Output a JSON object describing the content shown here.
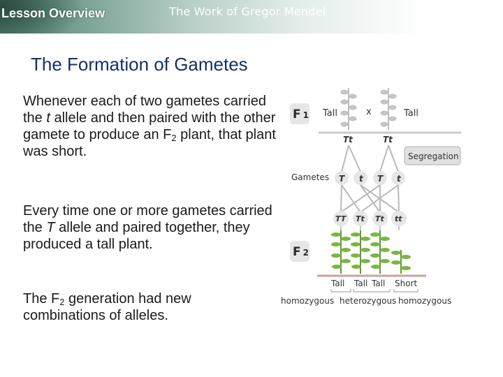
{
  "header": {
    "lesson_label": "Lesson Overview",
    "topic": "The Work of Gregor Mendel"
  },
  "slide_title": "The Formation of Gametes",
  "paragraphs": {
    "p1": {
      "a": "Whenever each of two gametes carried the ",
      "allele": "t",
      "b": " allele and then paired with the other gamete to produce an F",
      "sub": "2",
      "c": " plant, that plant was short."
    },
    "p2": {
      "a": "Every time one or more gametes carried the ",
      "allele": "T",
      "b": " allele and paired together, they produced a tall plant."
    },
    "p3": {
      "a": "The F",
      "sub": "2",
      "b": " generation had new combinations of alleles."
    }
  },
  "diagram": {
    "f1_label": "F",
    "f1_num": "1",
    "parent_left_label": "Tall",
    "cross_symbol": "x",
    "parent_right_label": "Tall",
    "parent_left_genotype": "Tt",
    "parent_right_genotype": "Tt",
    "segregation_label": "Segregation",
    "gametes_label": "Gametes",
    "gametes": [
      "T",
      "t",
      "T",
      "t"
    ],
    "offspring_genotypes": [
      "TT",
      "Tt",
      "Tt",
      "tt"
    ],
    "f2_label": "F",
    "f2_num": "2",
    "phenotypes": [
      "Tall",
      "Tall",
      "Tall",
      "Short"
    ],
    "zygosity": [
      "homozygous",
      "heterozygous",
      "homozygous"
    ],
    "colors": {
      "title_blue": "#13306a",
      "badge_gray": "#e6e6e6",
      "line_gray": "#b9b9b9",
      "plant_green": "#7bb542",
      "parent_plant_gray": "#bdbdbd",
      "soil": "#c9a39a"
    }
  }
}
